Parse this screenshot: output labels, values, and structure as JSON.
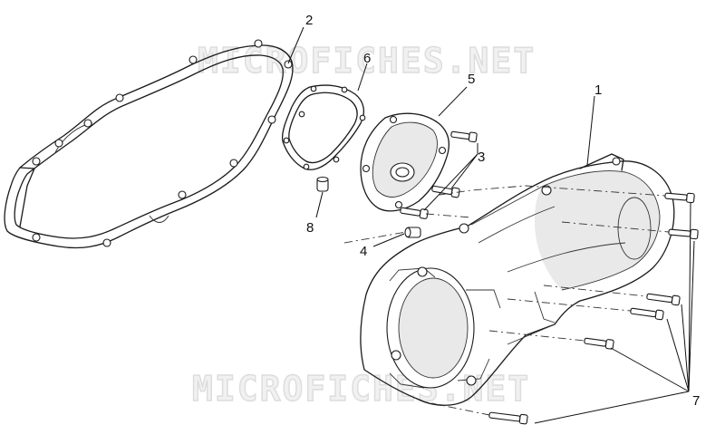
{
  "watermark": {
    "top": "MICROFICHES.NET",
    "bottom": "MICROFICHES.NET"
  },
  "callouts": [
    {
      "id": "c1",
      "label": "1"
    },
    {
      "id": "c2",
      "label": "2"
    },
    {
      "id": "c3",
      "label": "3"
    },
    {
      "id": "c4",
      "label": "4"
    },
    {
      "id": "c5",
      "label": "5"
    },
    {
      "id": "c6",
      "label": "6"
    },
    {
      "id": "c7",
      "label": "7"
    },
    {
      "id": "c8",
      "label": "8"
    }
  ]
}
